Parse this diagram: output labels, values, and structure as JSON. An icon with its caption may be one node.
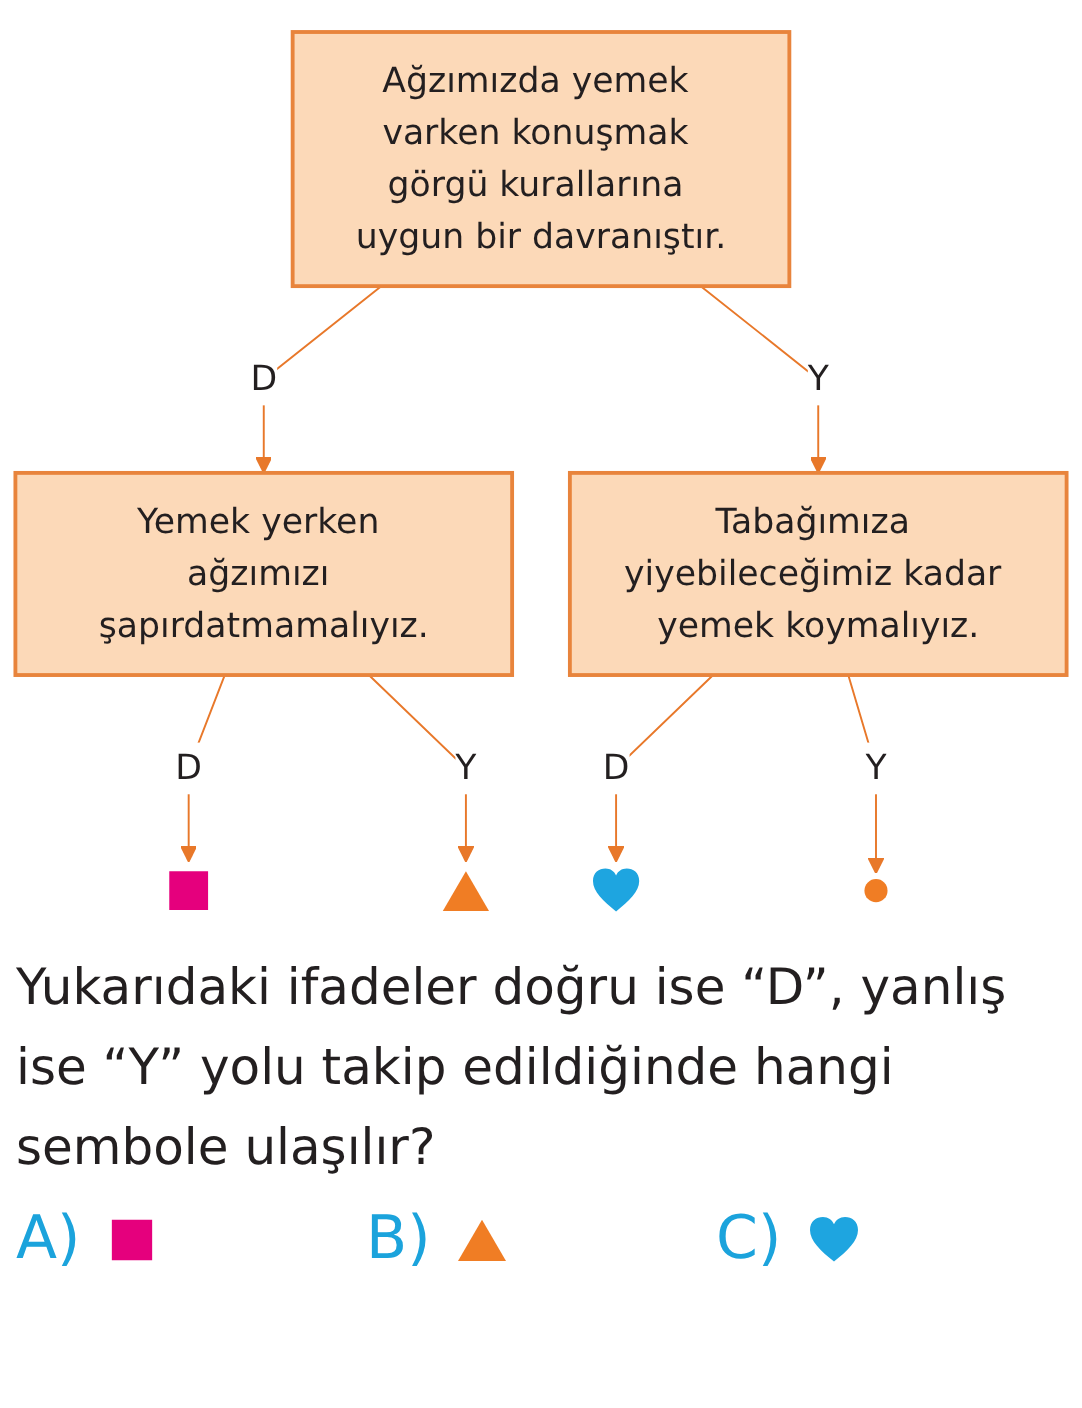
{
  "diagram": {
    "nodes": [
      {
        "text": [
          "Ağzımızda yemek varken konuşmak görgü kurallarına uygun bir davranıştır."
        ]
      },
      {
        "text": [
          "Yemek yerken ağzımızı şapırdatmamalıyız."
        ]
      },
      {
        "text": [
          "Tabağımıza yiyebileceğimiz kadar yemek koymalıyız."
        ]
      },
      {
        "text": [],
        "shape": "box"
      },
      {
        "text": [],
        "shape": "triangle"
      },
      {
        "text": [],
        "shape": "heart"
      },
      {
        "text": [],
        "shape": "circle"
      }
    ],
    "edges": [
      {
        "from": 0,
        "to": 1,
        "label": "D",
        "arrow": "to"
      },
      {
        "from": 0,
        "to": 2,
        "label": "Y",
        "arrow": "to"
      },
      {
        "from": 1,
        "to": 3,
        "label": "D",
        "arrow": "to"
      },
      {
        "from": 1,
        "to": 4,
        "label": "Y",
        "arrow": "to"
      },
      {
        "from": 2,
        "to": 5,
        "label": "D",
        "arrow": "to"
      },
      {
        "from": 2,
        "to": 6,
        "label": "Y",
        "arrow": "to"
      }
    ],
    "labels": [
      "Yukarıdaki ifadeler doğru ise “D”, yanlış ise “Y” yolu takip edildiğinde hangi sembole ulaşılır?",
      "A)",
      "B)",
      "C)"
    ]
  }
}
